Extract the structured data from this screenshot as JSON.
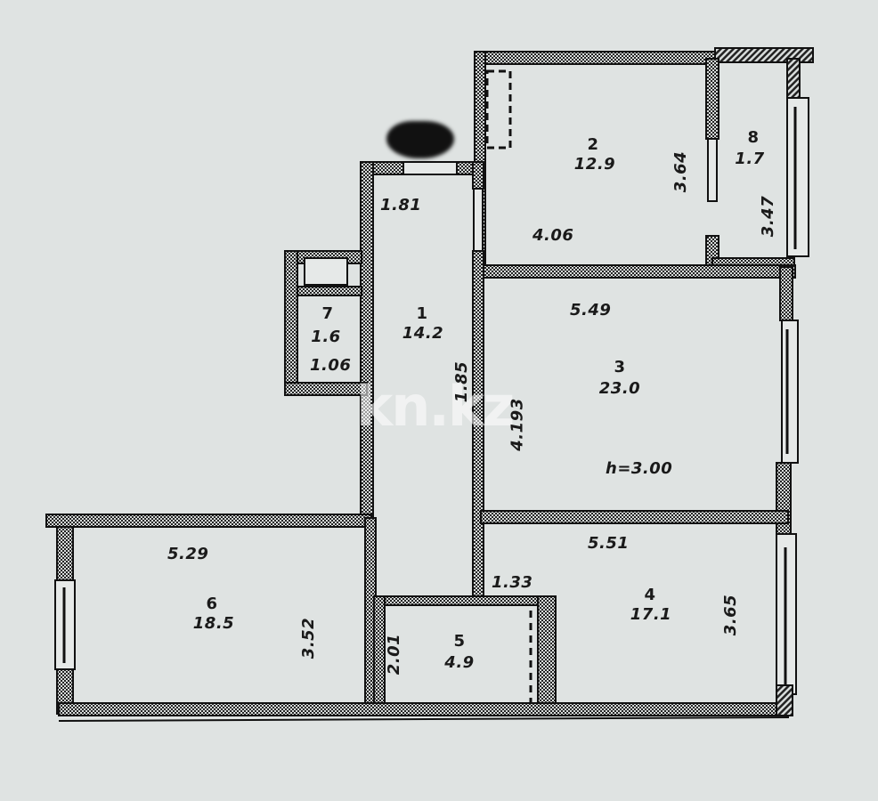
{
  "plan": {
    "type": "apartment floor plan",
    "ceiling_height_label": "h=3.00",
    "watermark": "kn.kz",
    "rooms": [
      {
        "id": "1",
        "area": "14.2",
        "dims": [
          "1.81",
          "1.85"
        ]
      },
      {
        "id": "2",
        "area": "12.9",
        "dims": [
          "4.06",
          "3.64"
        ]
      },
      {
        "id": "3",
        "area": "23.0",
        "dims": [
          "5.49",
          "4.193"
        ]
      },
      {
        "id": "4",
        "area": "17.1",
        "dims": [
          "5.51",
          "1.33",
          "3.65"
        ]
      },
      {
        "id": "5",
        "area": "4.9",
        "dims": [
          "2.01"
        ]
      },
      {
        "id": "6",
        "area": "18.5",
        "dims": [
          "5.29",
          "3.52"
        ]
      },
      {
        "id": "7",
        "area": "1.6",
        "dims": [
          "1.06"
        ]
      },
      {
        "id": "8",
        "area": "1.7",
        "dims": [
          "3.47"
        ]
      }
    ]
  },
  "colors": {
    "background": "#dfe3e2",
    "wall_fill": "#8a8c8b",
    "wall_outline": "#111111",
    "text": "#1a1a1a"
  }
}
